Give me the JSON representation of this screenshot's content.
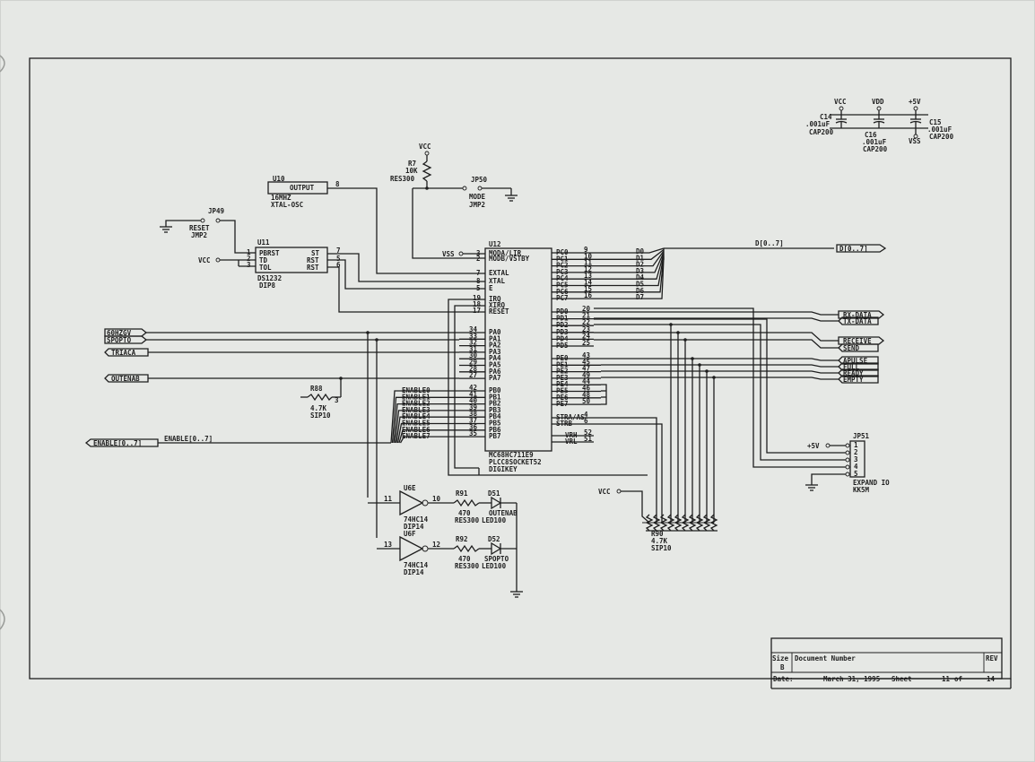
{
  "border": {
    "left_ticks": [
      "",
      ""
    ]
  },
  "decoupling": {
    "vcc": "VCC",
    "vdd": "VDD",
    "p5v": "+5V",
    "c14": "C14",
    "c14_val": ".001uF",
    "c14_pkg": "CAP200",
    "c16": "C16",
    "c16_val": ".001uF",
    "c16_pkg": "CAP200",
    "c15": "C15",
    "c15_val": ".001uF",
    "c15_pkg": "CAP200",
    "vss": "VSS"
  },
  "u10": {
    "ref": "U10",
    "pin": "OUTPUT",
    "pin_no": "8",
    "val": "16MHZ",
    "pkg": "XTAL-OSC"
  },
  "r7": {
    "vcc": "VCC",
    "ref": "R7",
    "val": "10K",
    "pkg": "RES300"
  },
  "jp50": {
    "ref": "JP50",
    "label": "MODE",
    "pkg": "JMP2"
  },
  "jp49": {
    "ref": "JP49",
    "label": "RESET",
    "pkg": "JMP2"
  },
  "u11": {
    "ref": "U11",
    "vcc": "VCC",
    "pins_left": [
      "PBRST",
      "TD",
      "TOL"
    ],
    "pins_left_no": [
      "1",
      "2",
      "3"
    ],
    "pins_right": [
      "ST",
      "RST",
      "RST"
    ],
    "pins_right_no": [
      "7",
      "5",
      "6"
    ],
    "part": "DS1232",
    "pkg": "DIP8"
  },
  "u12": {
    "ref": "U12",
    "vss": "VSS",
    "left_top_no": [
      "3",
      "2",
      "7",
      "8",
      "5"
    ],
    "left_top": [
      "MODA/LIR",
      "MODB/VSTBY",
      "EXTAL",
      "XTAL",
      "E"
    ],
    "left_mid_no": [
      "19",
      "18",
      "17"
    ],
    "left_mid": [
      "IRQ",
      "XIRQ",
      "RESET"
    ],
    "pa_no": [
      "34",
      "33",
      "32",
      "31",
      "30",
      "29",
      "28",
      "27"
    ],
    "pa": [
      "PA0",
      "PA1",
      "PA2",
      "PA3",
      "PA4",
      "PA5",
      "PA6",
      "PA7"
    ],
    "pb_no": [
      "42",
      "41",
      "40",
      "39",
      "38",
      "37",
      "36",
      "35"
    ],
    "pb": [
      "PB0",
      "PB1",
      "PB2",
      "PB3",
      "PB4",
      "PB5",
      "PB6",
      "PB7"
    ],
    "pc_no": [
      "9",
      "10",
      "11",
      "12",
      "13",
      "14",
      "15",
      "16"
    ],
    "pc": [
      "PC0",
      "PC1",
      "PC2",
      "PC3",
      "PC4",
      "PC5",
      "PC6",
      "PC7"
    ],
    "pd_no": [
      "20",
      "21",
      "22",
      "23",
      "24",
      "25"
    ],
    "pd": [
      "PD0",
      "PD1",
      "PD2",
      "PD3",
      "PD4",
      "PD5"
    ],
    "pe_no": [
      "43",
      "45",
      "47",
      "49",
      "44",
      "46",
      "48",
      "50"
    ],
    "pe": [
      "PE0",
      "PE1",
      "PE2",
      "PE3",
      "PE4",
      "PE5",
      "PE6",
      "PE7"
    ],
    "misc_no": [
      "4",
      "6",
      "52",
      "51"
    ],
    "misc": [
      "STRA/AS",
      "STRB",
      "VRH",
      "VRL"
    ],
    "part": "MC68HC711E9",
    "pkg": "PLCC8SOCKET52",
    "vendor": "DIGIKEY"
  },
  "data_bus": {
    "lines": [
      "D0",
      "D1",
      "D2",
      "D3",
      "D4",
      "D5",
      "D6",
      "D7"
    ],
    "bus": "D[0..7]",
    "port": "D[0..7]"
  },
  "ports_left": {
    "p1": "60HZGV",
    "p2": "SPOPTO",
    "p3": "TRIACA",
    "p4": "OUTENAB",
    "enable": "ENABLE[0..7]"
  },
  "enable_bus": {
    "label": "ENABLE[0..7]",
    "lines": [
      "ENABLE0",
      "ENABLE1",
      "ENABLE2",
      "ENABLE3",
      "ENABLE4",
      "ENABLE5",
      "ENABLE6",
      "ENABLE7"
    ]
  },
  "r88": {
    "ref": "R88",
    "val": "4.7K",
    "pkg": "SIP10",
    "pin": "3"
  },
  "ports_right": {
    "rx": "RX-DATA",
    "tx": "TX-DATA",
    "receive": "RECEIVE",
    "send": "SEND",
    "apulse": "APULSE",
    "full": "FULL",
    "ready": "READY",
    "empty": "EMPTY"
  },
  "jp51": {
    "ref": "JP51",
    "p5v": "+5V",
    "pins": [
      "1",
      "2",
      "3",
      "4",
      "5"
    ],
    "label": "EXPAND IO",
    "pkg": "KK5M"
  },
  "u6e": {
    "ref": "U6E",
    "in": "11",
    "out": "10",
    "part": "74HC14",
    "pkg": "DIP14"
  },
  "u6f": {
    "ref": "U6F",
    "in": "13",
    "out": "12",
    "part": "74HC14",
    "pkg": "DIP14"
  },
  "r91": {
    "ref": "R91",
    "val": "470",
    "pkg": "RES300"
  },
  "r92": {
    "ref": "R92",
    "val": "470",
    "pkg": "RES300"
  },
  "d51": {
    "ref": "D51",
    "label": "OUTENAB",
    "pkg": "LED100"
  },
  "d52": {
    "ref": "D52",
    "label": "SPOPTO",
    "pkg": "LED100"
  },
  "r90": {
    "vcc": "VCC",
    "ref": "R90",
    "val": "4.7K",
    "pkg": "SIP10"
  },
  "title_block": {
    "size_label": "Size",
    "size": "B",
    "docnum_label": "Document Number",
    "rev_label": "REV",
    "date_label": "Date:",
    "date": "March 31, 1995",
    "sheet_label": "Sheet",
    "sheet": "11",
    "of": "of",
    "total": "14"
  }
}
